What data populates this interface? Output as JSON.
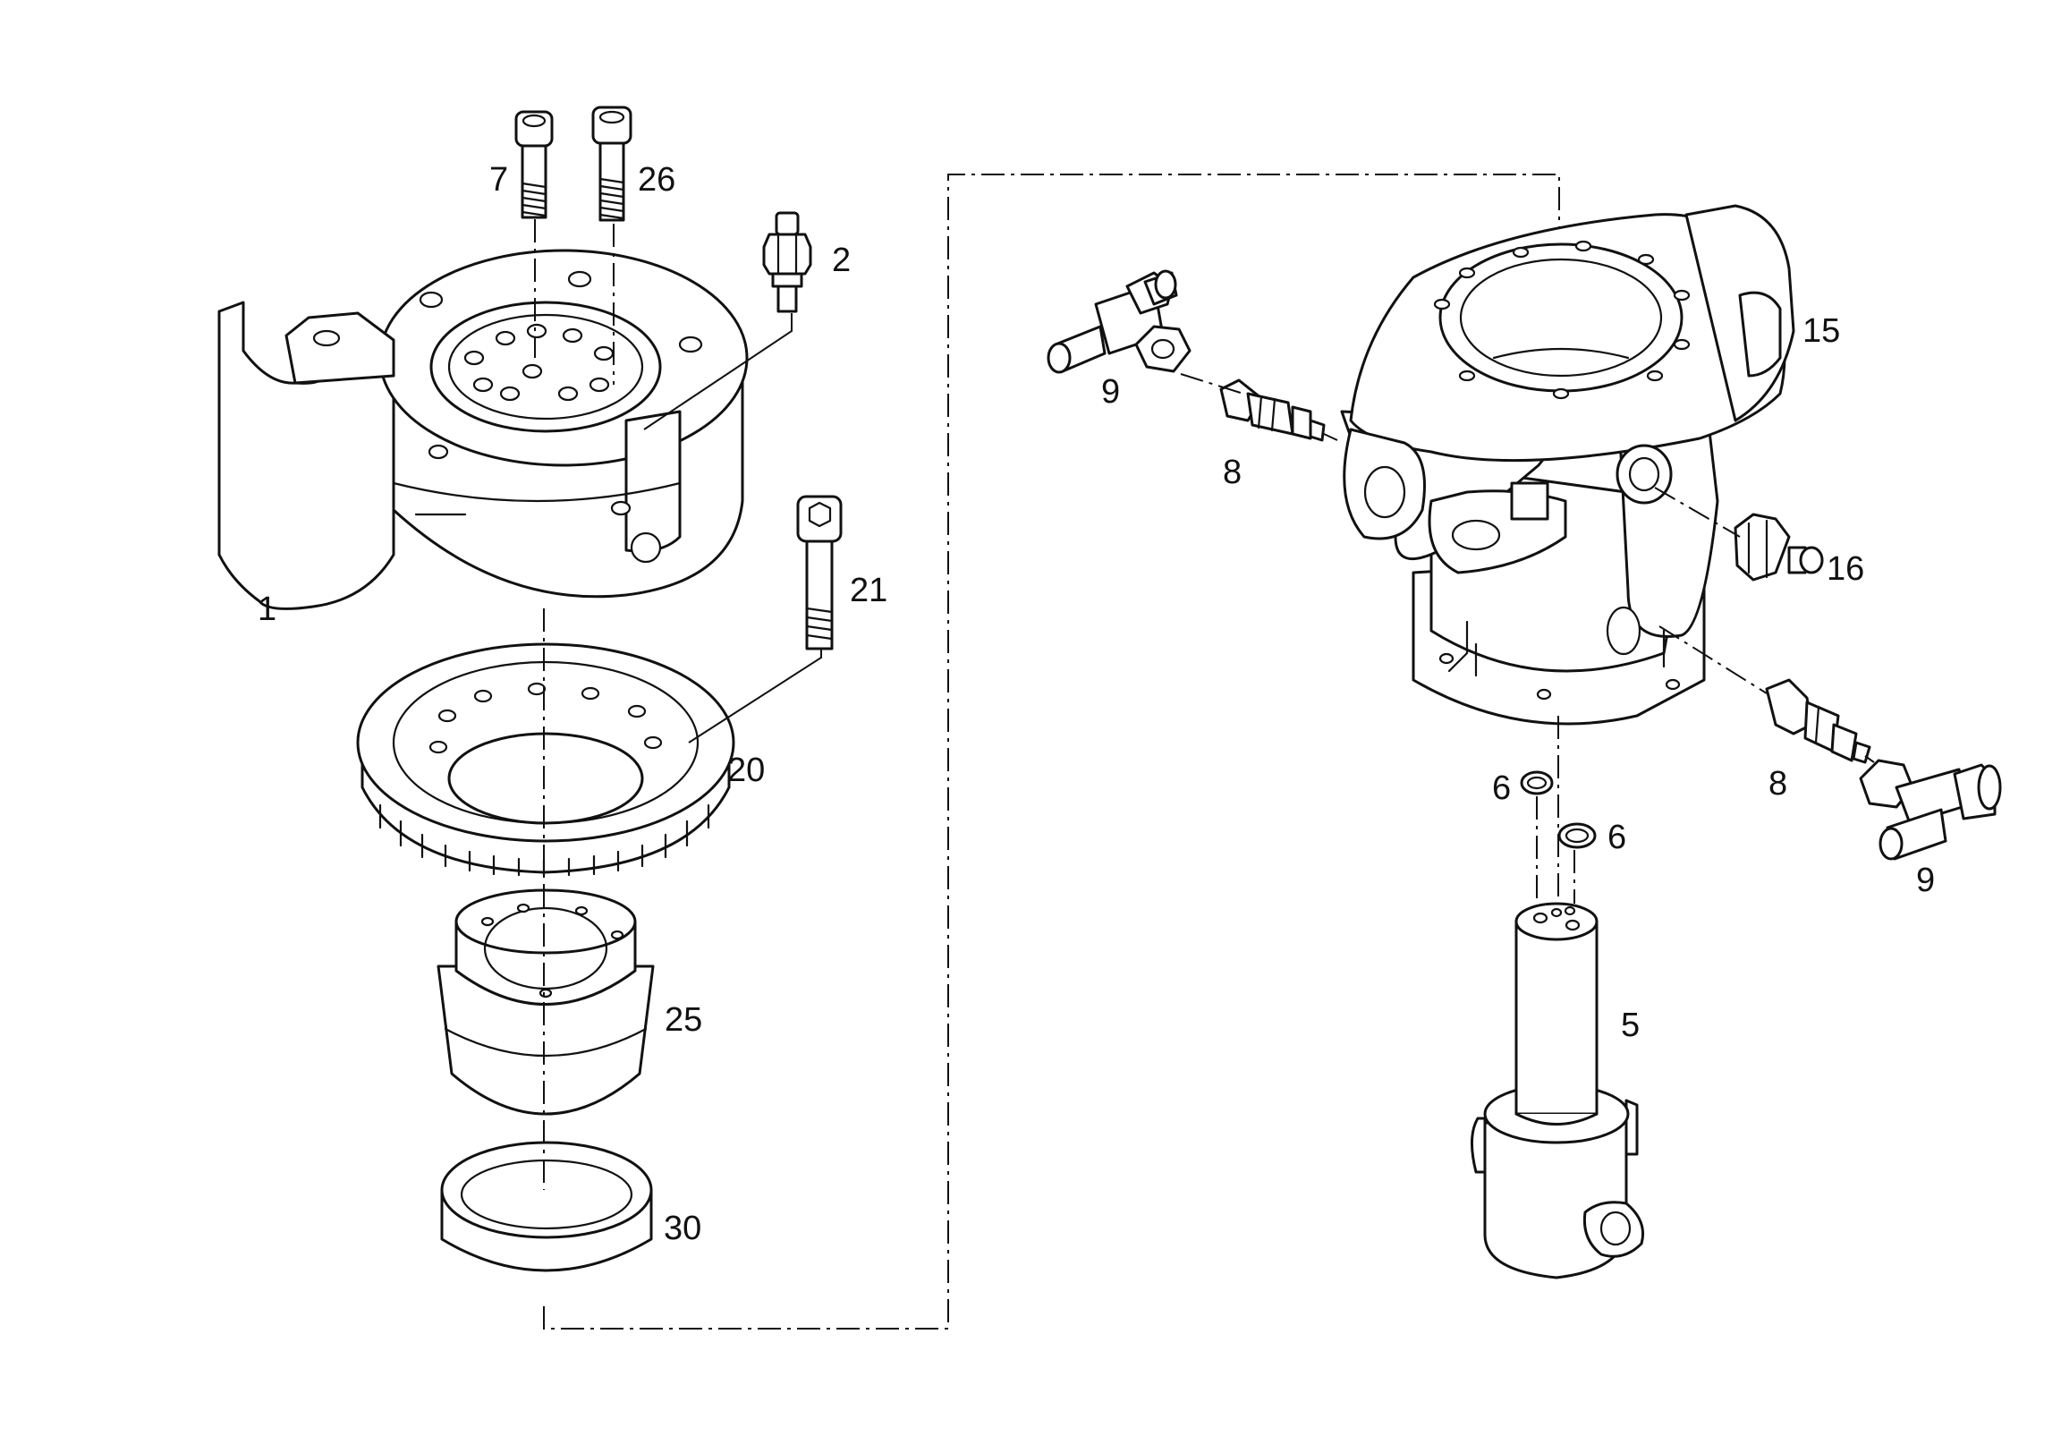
{
  "labels": {
    "l1": "1",
    "l2": "2",
    "l5": "5",
    "l6a": "6",
    "l6b": "6",
    "l7": "7",
    "l8a": "8",
    "l8b": "8",
    "l9a": "9",
    "l9b": "9",
    "l15": "15",
    "l16": "16",
    "l20": "20",
    "l21": "21",
    "l25": "25",
    "l26": "26",
    "l30": "30"
  }
}
